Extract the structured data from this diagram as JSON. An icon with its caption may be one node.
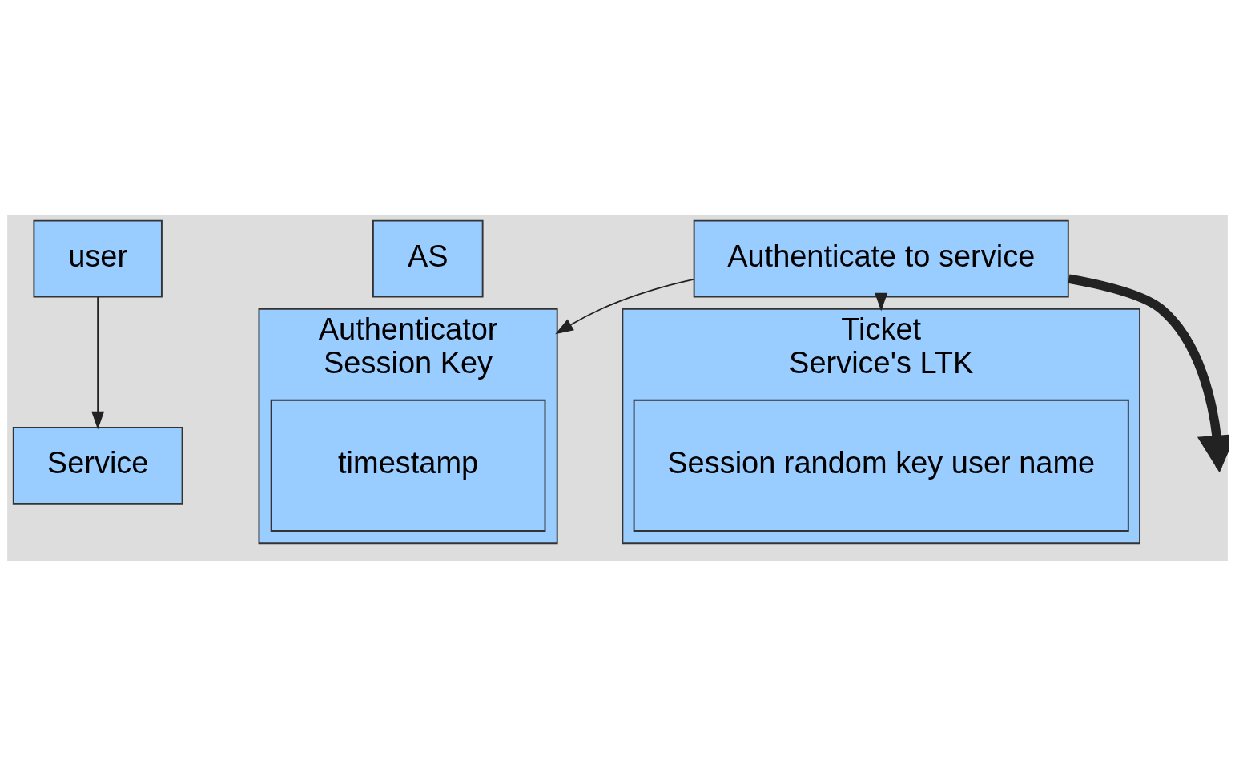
{
  "diagram": {
    "nodes": [
      {
        "text": [
          "user"
        ]
      },
      {
        "text": [
          "AS"
        ]
      },
      {
        "text": [
          "Authenticate to service"
        ]
      },
      {
        "text": [
          "Service"
        ]
      },
      {
        "text": [
          "Authenticator",
          "Session Key"
        ]
      },
      {
        "text": [
          "timestamp"
        ],
        "in": 4
      },
      {
        "text": [
          "Ticket",
          "Service's LTK"
        ]
      },
      {
        "text": [
          "Session random key user name"
        ],
        "in": 6
      }
    ],
    "edges": [
      {
        "from": 0,
        "to": 3,
        "arrow": "to"
      },
      {
        "from": 2,
        "to": null,
        "arrow": "to",
        "style": "thick"
      },
      {
        "from": 2,
        "to": 4,
        "arrow": "to"
      },
      {
        "from": 2,
        "to": 6,
        "arrow": "to"
      }
    ]
  }
}
